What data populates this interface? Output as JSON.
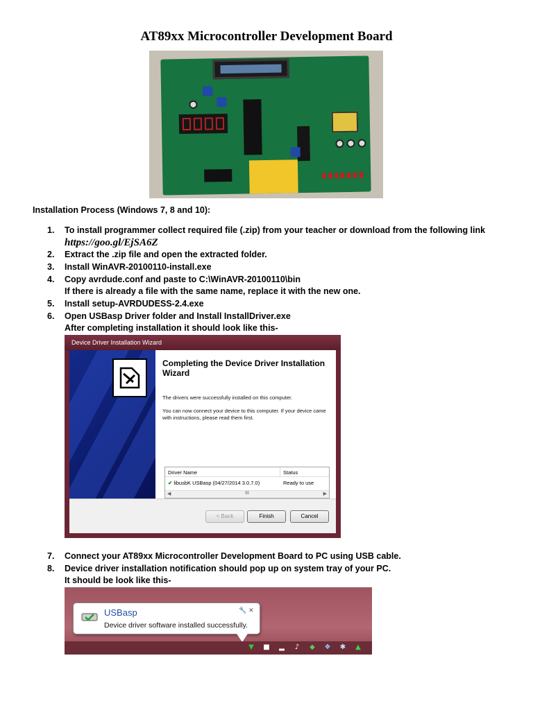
{
  "document": {
    "title": "AT89xx Microcontroller Development Board",
    "heading": "Installation Process (Windows 7, 8 and 10):"
  },
  "steps": [
    {
      "num": "1.",
      "text": "To install programmer collect required file (.zip) from your teacher or download from the following link",
      "link": "https://goo.gl/EjSA6Z"
    },
    {
      "num": "2.",
      "text": "Extract the .zip file and open the extracted folder."
    },
    {
      "num": "3.",
      "text": "Install WinAVR-20100110-install.exe"
    },
    {
      "num": "4.",
      "text": "Copy avrdude.conf and paste to C:\\WinAVR-20100110\\bin",
      "sub": "If there is already a file with the same name, replace it with the new one."
    },
    {
      "num": "5.",
      "text": "Install setup-AVRDUDESS-2.4.exe"
    },
    {
      "num": "6.",
      "text": "Open USBasp Driver folder and Install InstallDriver.exe",
      "sub": "After completing installation it should look like this-"
    },
    {
      "num": "7.",
      "text": "Connect your AT89xx Microcontroller Development Board to PC using USB cable."
    },
    {
      "num": "8.",
      "text": "Device driver installation notification should pop up on system tray of your PC.",
      "sub": "It should be look like this-"
    }
  ],
  "wizard": {
    "window_title": "Device Driver Installation Wizard",
    "heading": "Completing the Device Driver Installation Wizard",
    "para1": "The drivers were successfully installed on this computer.",
    "para2": "You can now connect your device to this computer. If your device came with instructions, please read them first.",
    "col_driver": "Driver Name",
    "col_status": "Status",
    "row_driver": "libusbK USBasp (04/27/2014 3.0.7.0)",
    "row_status": "Ready to use",
    "scroll_label": "III",
    "back_label": "< Back",
    "finish_label": "Finish",
    "cancel_label": "Cancel"
  },
  "tray": {
    "title": "USBasp",
    "message": "Device driver software installed successfully."
  },
  "colors": {
    "wizard_frame": "#6b2535",
    "wizard_side": "#142a8a",
    "tray_bg": "#a85c67",
    "balloon_title": "#1f4e9c"
  }
}
